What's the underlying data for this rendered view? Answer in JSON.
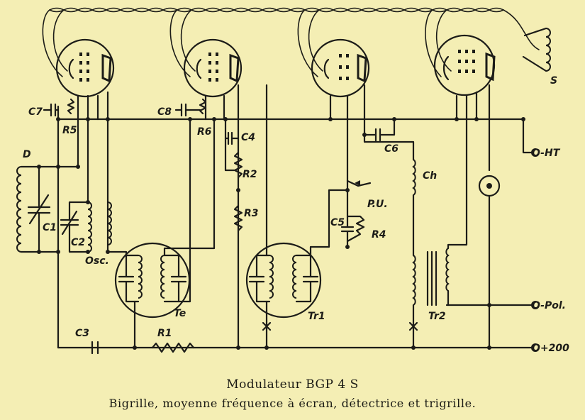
{
  "caption": {
    "title": "Modulateur BGP 4 S",
    "subtitle": "Bigrille, moyenne fréquence à écran, détectrice et trigrille."
  },
  "labels": {
    "D": "D",
    "S": "S",
    "C7": "C7",
    "R5": "R5",
    "C8": "C8",
    "R6": "R6",
    "C4": "C4",
    "R2": "R2",
    "R3": "R3",
    "C6": "C6",
    "Ch": "Ch",
    "PU": "P.U.",
    "C5": "C5",
    "R4": "R4",
    "C1": "C1",
    "C2": "C2",
    "Osc": "Osc.",
    "Te": "Te",
    "Tr1": "Tr1",
    "Tr2": "Tr2",
    "C3": "C3",
    "R1": "R1"
  },
  "terminals": {
    "ht": "O-HT",
    "pol": "O-Pol.",
    "plus200": "O+200"
  }
}
